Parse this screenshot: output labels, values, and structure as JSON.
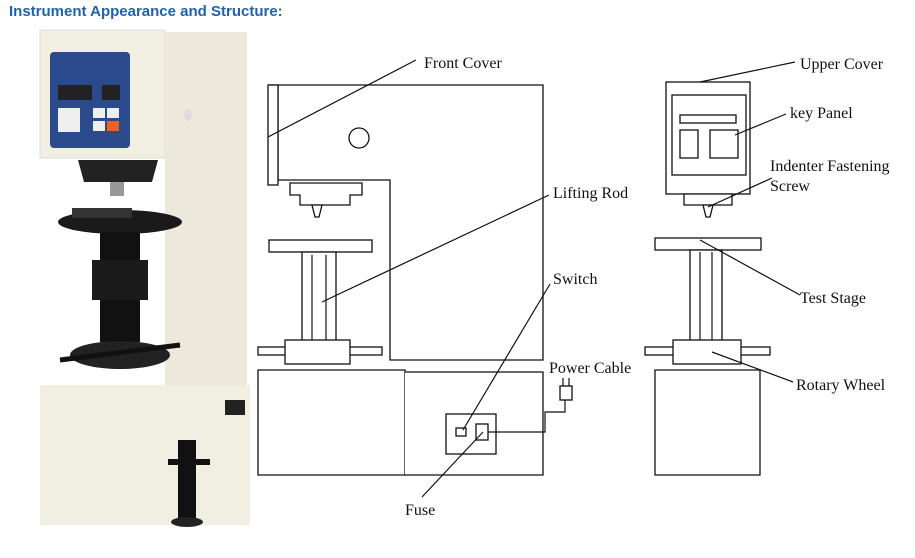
{
  "title": "Instrument Appearance and Structure:",
  "labels": {
    "front_cover": "Front Cover",
    "lifting_rod": "Lifting Rod",
    "switch": "Switch",
    "power_cable": "Power Cable",
    "fuse": "Fuse",
    "upper_cover": "Upper Cover",
    "key_panel": "key Panel",
    "indenter_line1": "Indenter Fastening",
    "indenter_line2": "Screw",
    "test_stage": "Test Stage",
    "rotary_wheel": "Rotary Wheel"
  },
  "colors": {
    "title": "#1f63ad",
    "panel": "#2a4a8c",
    "body": "#f1eee2"
  }
}
